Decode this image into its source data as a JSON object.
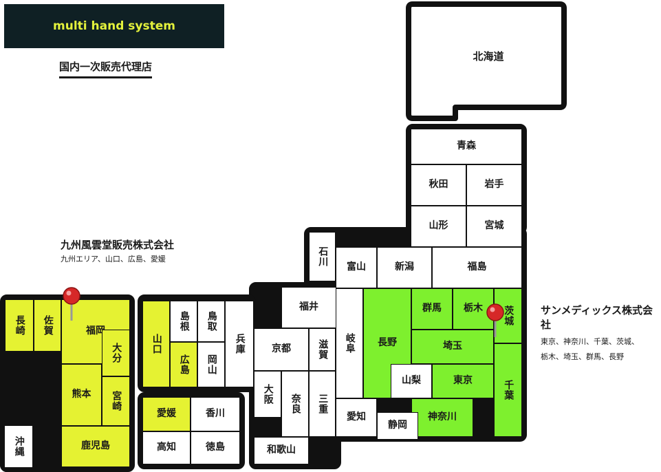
{
  "brand": {
    "name": "multi hand system"
  },
  "subtitle": "国内一次販売代理店",
  "colors": {
    "kyushu_dealer": "#e5f232",
    "kanto_dealer": "#7ef02e",
    "border": "#111111",
    "logo_bg": "#0f2024",
    "logo_text": "#e4f23c",
    "pin": "#d62828"
  },
  "agents": {
    "kyushu": {
      "name": "九州風雲堂販売株式会社",
      "area": "九州エリア、山口、広島、愛媛"
    },
    "kanto": {
      "name": "サンメディックス株式会社",
      "area_line1": "東京、神奈川、千葉、茨城、",
      "area_line2": "栃木、埼玉、群馬、長野"
    }
  },
  "prefectures": {
    "hokkaido": "北海道",
    "aomori": "青森",
    "akita": "秋田",
    "iwate": "岩手",
    "yamagata": "山形",
    "miyagi": "宮城",
    "fukushima": "福島",
    "niigata": "新潟",
    "toyama": "富山",
    "ishikawa": "石川",
    "fukui": "福井",
    "gunma": "群馬",
    "tochigi": "栃木",
    "ibaraki": "茨城",
    "nagano": "長野",
    "saitama": "埼玉",
    "gifu": "岐阜",
    "shiga": "滋賀",
    "kyoto": "京都",
    "yamanashi": "山梨",
    "tokyo": "東京",
    "chiba": "千葉",
    "kanagawa": "神奈川",
    "aichi": "愛知",
    "shizuoka": "静岡",
    "mie": "三重",
    "nara": "奈良",
    "osaka": "大阪",
    "wakayama": "和歌山",
    "hyogo": "兵庫",
    "tottori": "鳥取",
    "shimane": "島根",
    "okayama": "岡山",
    "hiroshima": "広島",
    "yamaguchi": "山口",
    "kagawa": "香川",
    "ehime": "愛媛",
    "kochi": "高知",
    "tokushima": "徳島",
    "nagasaki": "長崎",
    "saga": "佐賀",
    "fukuoka": "福岡",
    "oita": "大分",
    "kumamoto": "熊本",
    "miyazaki": "宮崎",
    "kagoshima": "鹿児島",
    "okinawa": "沖縄"
  }
}
